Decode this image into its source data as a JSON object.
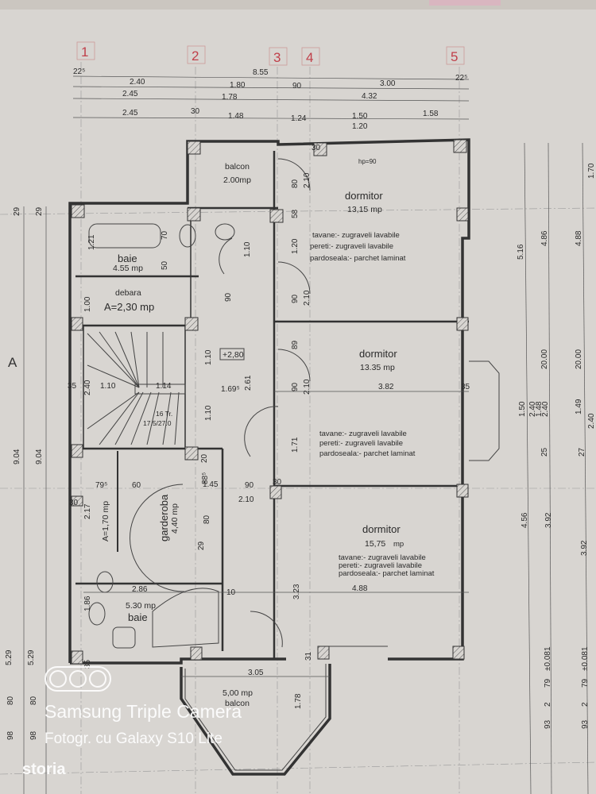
{
  "grid_axes": {
    "cols": [
      "1",
      "2",
      "3",
      "4",
      "5"
    ],
    "row": "A"
  },
  "top_dimensions": {
    "row1": [
      "22⁵",
      "8.55",
      "22⁵"
    ],
    "row2": [
      "2.40",
      "1.80",
      "90",
      "3.00"
    ],
    "row3": [
      "2.45",
      "1.78",
      "4.32"
    ],
    "row4": [
      "2.45",
      "30",
      "1.48",
      "1.24",
      "1.50",
      "1.58",
      "1.20"
    ]
  },
  "rooms": {
    "balcon_top": {
      "name": "balcon",
      "area": "2.00mp"
    },
    "dormitor_1": {
      "name": "dormitor",
      "area": "13,15 mp",
      "hp": "hp=90"
    },
    "baie_1": {
      "name": "baie",
      "area": "4.55 mp"
    },
    "debara": {
      "name": "debara",
      "area": "A=2,30 mp"
    },
    "hall_level": "+2,80",
    "stairs": {
      "steps": "16 Tr.",
      "size": "17.5/27.0"
    },
    "dormitor_2": {
      "name": "dormitor",
      "area": "13.35 mp"
    },
    "garderoba": {
      "name": "garderoba",
      "area": "4,40 mp"
    },
    "closet": {
      "area": "A=1,70 mp"
    },
    "dormitor_3": {
      "name": "dormitor",
      "area": "15,75",
      "unit": "mp"
    },
    "baie_2": {
      "name": "baie",
      "area": "5.30 mp"
    },
    "balcon_bottom": {
      "name": "balcon",
      "area": "5,00 mp"
    }
  },
  "finish_notes": {
    "tavane": "tavane:- zugraveli lavabile",
    "pereti": "pereti:- zugraveli lavabile",
    "pardoseala": "pardoseala:- parchet laminat"
  },
  "inner_dimensions": {
    "d382": "3.82",
    "d488": "4.88",
    "d286": "2.86",
    "d305": "3.05",
    "d178": "1.78",
    "d210a": "2.10",
    "d145": "1.45",
    "d90a": "90",
    "d110a": "1.10",
    "d114": "1.14",
    "d1695": "1.69⁵",
    "d261": "2.61",
    "d240": "2.40",
    "d35a": "35",
    "d35b": "35",
    "d35c": "35",
    "d80a": "80",
    "d210b": "2.10",
    "d58": "58",
    "d120": "1.20",
    "d90b": "90",
    "d210c": "2.10",
    "d89": "89",
    "d90c": "90",
    "d210d": "2.10",
    "d171": "1.71",
    "d323": "3.23",
    "d110b": "1.10",
    "d110c": "1.10",
    "d90d": "90",
    "d70": "70",
    "d50": "50",
    "d121": "1.21",
    "d100": "1.00",
    "d217": "2.17",
    "d186": "1.86",
    "d795": "79⁵",
    "d60": "60",
    "d30a": "30",
    "d30b": "30",
    "d80b": "80",
    "d29": "29",
    "d20": "20",
    "d10": "10",
    "d885": "88⁵",
    "d31": "31"
  },
  "side_dimensions": {
    "left": [
      "29",
      "29",
      "9.04",
      "9.04",
      "5.29",
      "5.29",
      "80",
      "80",
      "98",
      "98"
    ],
    "right": [
      "5.16",
      "4.86",
      "4.88",
      "1.70",
      "1.50",
      "2.40",
      "1.48",
      "2.40",
      "2.40",
      "20.00",
      "20.00",
      "1.49",
      "25",
      "27",
      "4.56",
      "3.92",
      "3.92",
      "±0.081",
      "±0.081",
      "79",
      "79",
      "93",
      "93",
      "2",
      "2"
    ]
  },
  "watermark": {
    "camera_line1": "Samsung Triple Camera",
    "camera_line2": "Fotogr. cu Galaxy S10 Lite",
    "brand": "storia"
  },
  "colors": {
    "paper": "#d8d5d1",
    "wall": "#333333",
    "grid_label": "#c0404a",
    "watermark": "#ffffff"
  }
}
